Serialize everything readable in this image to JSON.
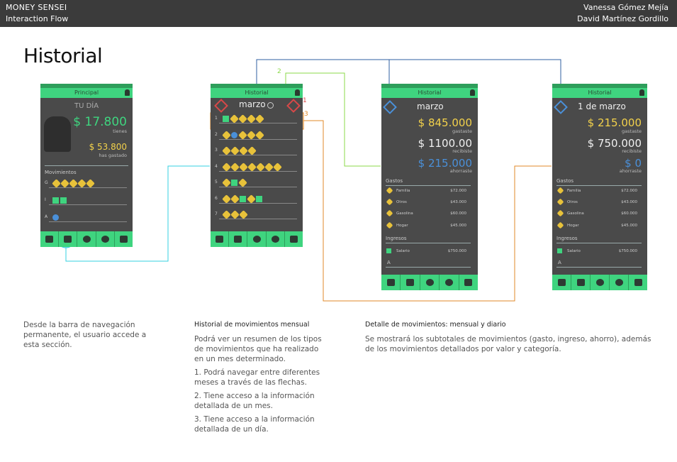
{
  "header": {
    "app": "MONEY SENSEI",
    "subtitle": "Interaction Flow",
    "author1": "Vanessa Gómez Mejía",
    "author2": "David Martínez Gordillo"
  },
  "title": "Historial",
  "screen1": {
    "title": "Principal",
    "tu_dia": "TU DÍA",
    "tienes_amount": "$ 17.800",
    "tienes_label": "tienes",
    "gastado_amount": "$ 53.800",
    "gastado_label": "has gastado",
    "movimientos": "Movimientos",
    "row_g": "G",
    "row_i": "I",
    "row_a": "A"
  },
  "screen2": {
    "title": "Historial",
    "month": "marzo",
    "badge1": "1",
    "badge2": "2",
    "badge3": "3",
    "days": [
      "1",
      "2",
      "3",
      "4",
      "5",
      "6",
      "7"
    ]
  },
  "screen3": {
    "title": "Historial",
    "month": "marzo",
    "gastaste_amount": "$ 845.000",
    "gastaste_label": "gastaste",
    "recibiste_amount": "$ 1100.00",
    "recibiste_label": "recibiste",
    "ahorraste_amount": "$ 215.000",
    "ahorraste_label": "ahorraste",
    "gastos": "Gastos",
    "categories": [
      {
        "name": "Familia",
        "value": "$72.000"
      },
      {
        "name": "Otros",
        "value": "$43.000"
      },
      {
        "name": "Gasolina",
        "value": "$60.000"
      },
      {
        "name": "Hogar",
        "value": "$45.000"
      }
    ],
    "ingresos": "Ingresos",
    "ingreso": {
      "name": "Salario",
      "value": "$750.000"
    },
    "ahorro_label": "A"
  },
  "screen4": {
    "title": "Historial",
    "date": "1 de marzo",
    "gastaste_amount": "$ 215.000",
    "gastaste_label": "gastaste",
    "recibiste_amount": "$ 750.000",
    "recibiste_label": "recibiste",
    "ahorraste_amount": "$ 0",
    "ahorraste_label": "ahorraste",
    "gastos": "Gastos",
    "categories": [
      {
        "name": "Familia",
        "value": "$72.000"
      },
      {
        "name": "Otros",
        "value": "$43.000"
      },
      {
        "name": "Gasolina",
        "value": "$60.000"
      },
      {
        "name": "Hogar",
        "value": "$45.000"
      }
    ],
    "ingresos": "Ingresos",
    "ingreso": {
      "name": "Salario",
      "value": "$750.000"
    },
    "ahorro_label": "A"
  },
  "desc1": "Desde la barra de navegación permanente, el usuario accede a esta sección.",
  "desc2": {
    "heading": "Historial de movimientos mensual",
    "p1": "Podrá ver un resumen de los tipos de movimientos que ha realizado en un mes determinado.",
    "p2": "1. Podrá navegar entre diferentes meses a través de las flechas.",
    "p3": "2. Tiene acceso a la información detallada de un mes.",
    "p4": "3. Tiene acceso a la información detallada de un día."
  },
  "desc3": {
    "heading": "Detalle de movimientos: mensual y diario",
    "p1": "Se mostrará los subtotales de movimientos (gasto, ingreso, ahorro), además de los movimientos detallados por valor y categoría."
  },
  "colors": {
    "accent_green": "#3fd47f",
    "dark_green": "#2e9e5b",
    "phone_bg": "#4a4a4a",
    "amount_yellow": "#f2d14b",
    "amount_blue": "#4a90d9",
    "flow_cyan": "#34d0e0",
    "flow_green": "#8bd94a",
    "flow_orange": "#e08a2a",
    "flow_blue": "#2f5fa0",
    "alert_red": "#d94848"
  }
}
